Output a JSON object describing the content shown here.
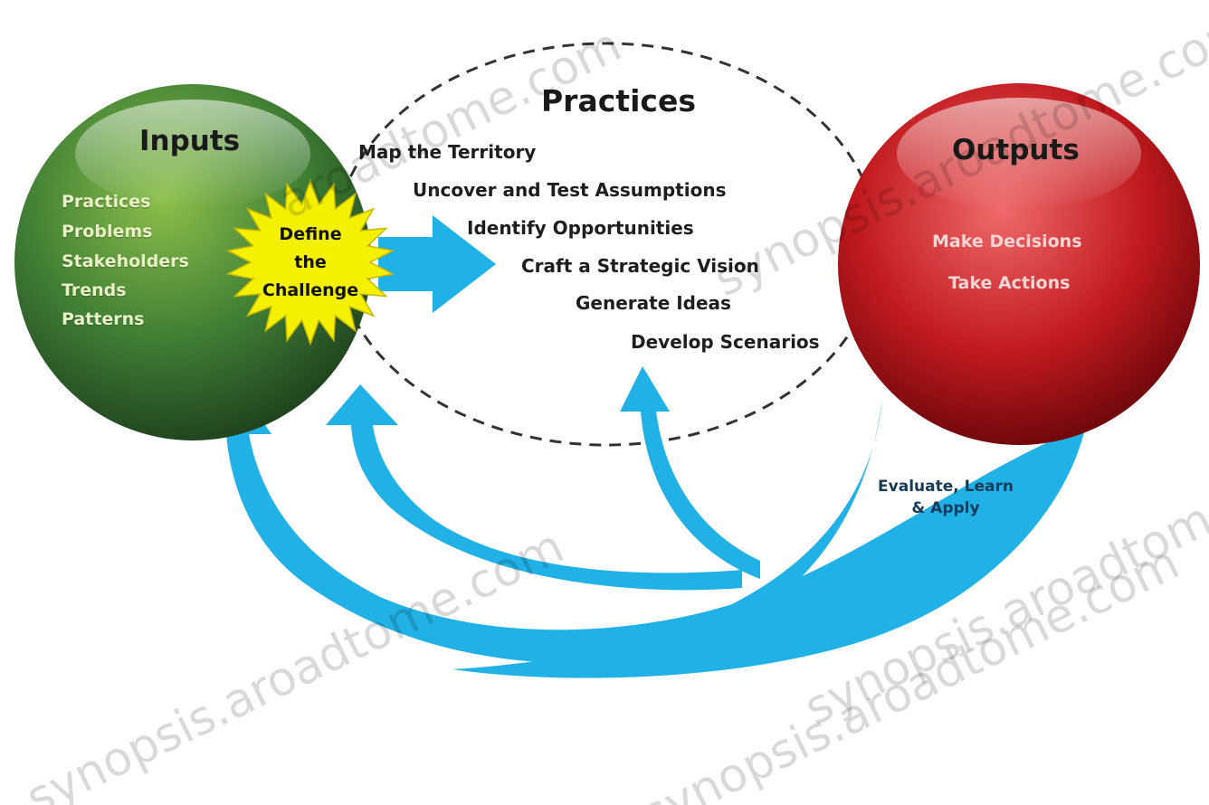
{
  "practices": {
    "title": "Practices",
    "items": [
      "Map the Territory",
      "Uncover and Test Assumptions",
      "Identify Opportunities",
      "Craft a Strategic Vision",
      "Generate Ideas",
      "Develop Scenarios"
    ]
  },
  "inputs": {
    "title": "Inputs",
    "items": [
      "Practices",
      "Problems",
      "Stakeholders",
      "Trends",
      "Patterns"
    ],
    "colors": {
      "base": "#2f6a2c",
      "light": "#8cbf4a",
      "rim": "#1d3e1d"
    }
  },
  "challenge": {
    "lines": [
      "Define",
      "the",
      "Challenge"
    ],
    "color": "#f5f000"
  },
  "outputs": {
    "title": "Outputs",
    "items": [
      "Make Decisions",
      "Take Actions"
    ],
    "colors": {
      "base": "#b81418",
      "light": "#ef6a6a",
      "rim": "#5c0306"
    }
  },
  "feedback": {
    "lines": [
      "Evaluate, Learn",
      "& Apply"
    ]
  },
  "arrow_color": "#20b1e6",
  "watermarks": [
    "aroadtome.com",
    "synopsis.aroadtome.com",
    "synopsis.aroadtome.com",
    "synopsis.aroadtome.com",
    "synopsis.aroadtome.com"
  ]
}
